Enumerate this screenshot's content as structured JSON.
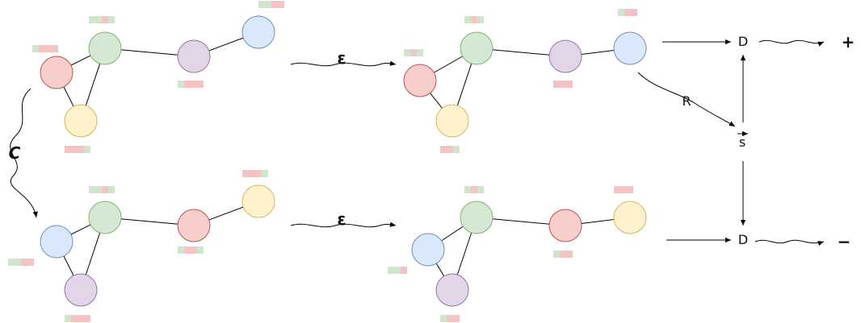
{
  "labels": {
    "encoder_top": "ε",
    "encoder_bottom": "ε",
    "corruption": "C",
    "readout": "R",
    "summary": "s",
    "disc_top": "D",
    "disc_bottom": "D",
    "positive": "+",
    "negative": "−"
  },
  "colors": {
    "red": "#f8cecc",
    "red_stroke": "#b85450",
    "green": "#d5e8d4",
    "green_stroke": "#82b366",
    "yellow": "#fff2cc",
    "yellow_stroke": "#d6b656",
    "purple": "#e1d5e7",
    "purple_stroke": "#9673a6",
    "blue": "#dae8fc",
    "blue_stroke": "#6c8ebf",
    "feature_red": "#f4c3c3",
    "feature_green": "#cfe6cc"
  },
  "graphs": [
    {
      "id": "orig-input",
      "nodes": [
        {
          "id": "n1",
          "color": "red",
          "features": [
            "g",
            "r",
            "r",
            "r"
          ]
        },
        {
          "id": "n2",
          "color": "green",
          "features": [
            "g",
            "g",
            "r",
            "g"
          ]
        },
        {
          "id": "n3",
          "color": "yellow",
          "features": [
            "r",
            "r",
            "r",
            "g"
          ]
        },
        {
          "id": "n4",
          "color": "purple",
          "features": [
            "g",
            "r",
            "r",
            "r"
          ]
        },
        {
          "id": "n5",
          "color": "blue",
          "features": [
            "g",
            "g",
            "r",
            "r"
          ]
        }
      ]
    },
    {
      "id": "orig-embed",
      "nodes": [
        {
          "id": "n1",
          "color": "red",
          "features": [
            "g",
            "r",
            "g"
          ]
        },
        {
          "id": "n2",
          "color": "green",
          "features": [
            "g",
            "r",
            "g"
          ]
        },
        {
          "id": "n3",
          "color": "yellow",
          "features": [
            "r",
            "r",
            "g"
          ]
        },
        {
          "id": "n4",
          "color": "purple",
          "features": [
            "r",
            "r",
            "r"
          ]
        },
        {
          "id": "n5",
          "color": "blue",
          "features": [
            "g",
            "r",
            "r"
          ]
        }
      ]
    },
    {
      "id": "corrupt-input",
      "nodes": [
        {
          "id": "n1",
          "color": "blue",
          "features": [
            "g",
            "g",
            "r",
            "r"
          ]
        },
        {
          "id": "n2",
          "color": "green",
          "features": [
            "g",
            "g",
            "r",
            "g"
          ]
        },
        {
          "id": "n3",
          "color": "purple",
          "features": [
            "g",
            "r",
            "r",
            "r"
          ]
        },
        {
          "id": "n4",
          "color": "red",
          "features": [
            "g",
            "r",
            "r",
            "g"
          ]
        },
        {
          "id": "n5",
          "color": "yellow",
          "features": [
            "r",
            "r",
            "r",
            "g"
          ]
        }
      ]
    },
    {
      "id": "corrupt-embed",
      "nodes": [
        {
          "id": "n1",
          "color": "blue",
          "features": [
            "g",
            "g",
            "r"
          ]
        },
        {
          "id": "n2",
          "color": "green",
          "features": [
            "g",
            "r",
            "g"
          ]
        },
        {
          "id": "n3",
          "color": "purple",
          "features": [
            "g",
            "r",
            "r"
          ]
        },
        {
          "id": "n4",
          "color": "red",
          "features": [
            "g",
            "r",
            "r"
          ]
        },
        {
          "id": "n5",
          "color": "yellow",
          "features": [
            "r",
            "r",
            "r"
          ]
        }
      ]
    }
  ]
}
